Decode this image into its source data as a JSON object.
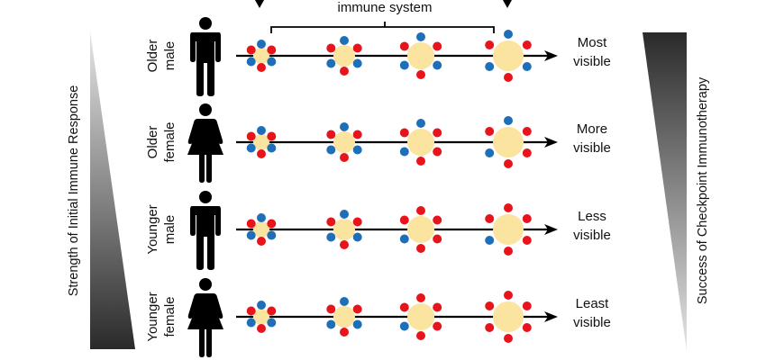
{
  "header": {
    "bracket_label": "immune system"
  },
  "left_axis": {
    "label": "Strength of Initial Immune Response",
    "direction": "increasing downward"
  },
  "right_axis": {
    "label": "Success of Checkpoint Immunotherapy",
    "direction": "increasing upward"
  },
  "colors": {
    "cell_body": "#fbe3a0",
    "marker_red": "#e8141c",
    "marker_blue": "#1f6fb8",
    "line": "#000000"
  },
  "rows": [
    {
      "group_line1": "Older",
      "group_line2": "male",
      "figure": "male",
      "outcome_line1": "Most",
      "outcome_line2": "visible",
      "cells": [
        [
          "blue",
          "red",
          "red",
          "blue",
          "blue",
          "red"
        ],
        [
          "blue",
          "red",
          "red",
          "blue",
          "blue",
          "red"
        ],
        [
          "blue",
          "red",
          "red",
          "blue",
          "blue",
          "red"
        ],
        [
          "blue",
          "red",
          "red",
          "blue",
          "blue",
          "red"
        ]
      ]
    },
    {
      "group_line1": "Older",
      "group_line2": "female",
      "figure": "female",
      "outcome_line1": "More",
      "outcome_line2": "visible",
      "cells": [
        [
          "blue",
          "red",
          "red",
          "blue",
          "blue",
          "red"
        ],
        [
          "blue",
          "red",
          "red",
          "blue",
          "blue",
          "red"
        ],
        [
          "blue",
          "red",
          "red",
          "blue",
          "red",
          "red"
        ],
        [
          "blue",
          "red",
          "red",
          "blue",
          "red",
          "red"
        ]
      ]
    },
    {
      "group_line1": "Younger",
      "group_line2": "male",
      "figure": "male",
      "outcome_line1": "Less",
      "outcome_line2": "visible",
      "cells": [
        [
          "blue",
          "red",
          "red",
          "blue",
          "blue",
          "red"
        ],
        [
          "blue",
          "red",
          "red",
          "blue",
          "blue",
          "red"
        ],
        [
          "red",
          "red",
          "red",
          "blue",
          "red",
          "red"
        ],
        [
          "red",
          "red",
          "red",
          "blue",
          "red",
          "red"
        ]
      ]
    },
    {
      "group_line1": "Younger",
      "group_line2": "female",
      "figure": "female",
      "outcome_line1": "Least",
      "outcome_line2": "visible",
      "cells": [
        [
          "blue",
          "red",
          "red",
          "blue",
          "blue",
          "red"
        ],
        [
          "blue",
          "red",
          "red",
          "blue",
          "blue",
          "red"
        ],
        [
          "red",
          "red",
          "red",
          "blue",
          "red",
          "red"
        ],
        [
          "red",
          "red",
          "red",
          "red",
          "red",
          "red"
        ]
      ]
    }
  ],
  "marker_order": [
    "top",
    "upper-left",
    "upper-right",
    "lower-left",
    "lower-right",
    "bottom"
  ]
}
